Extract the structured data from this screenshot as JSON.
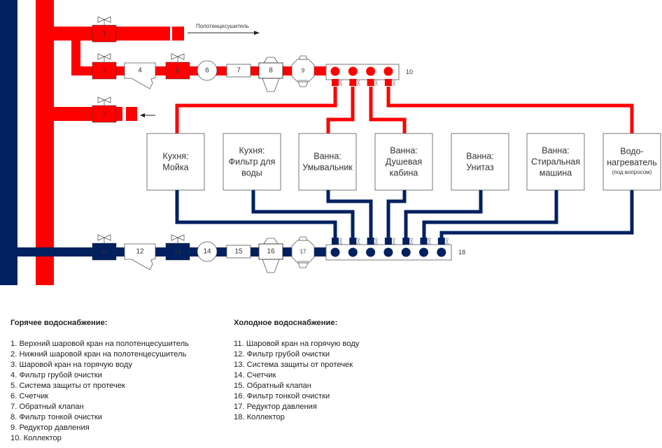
{
  "colors": {
    "hot": "#ff0000",
    "hot_stroke": "#c00000",
    "cold": "#002060",
    "component_fill": "#ffffff",
    "component_stroke": "#555555"
  },
  "annotations": {
    "towel_dryer": "Полотенцесушитель",
    "hot_manifold": "10",
    "cold_manifold": "18"
  },
  "hot_line": {
    "components": [
      {
        "id": "1",
        "type": "ball-valve"
      },
      {
        "id": "2",
        "type": "ball-valve"
      },
      {
        "id": "3",
        "type": "ball-valve"
      },
      {
        "id": "4",
        "type": "coarse-filter"
      },
      {
        "id": "5",
        "type": "leak-protection"
      },
      {
        "id": "6",
        "type": "meter"
      },
      {
        "id": "7",
        "type": "check-valve"
      },
      {
        "id": "8",
        "type": "fine-filter"
      },
      {
        "id": "9",
        "type": "pressure-reducer"
      }
    ],
    "manifold_outlets": 4
  },
  "cold_line": {
    "components": [
      {
        "id": "11",
        "type": "ball-valve"
      },
      {
        "id": "12",
        "type": "coarse-filter"
      },
      {
        "id": "13",
        "type": "leak-protection"
      },
      {
        "id": "14",
        "type": "meter"
      },
      {
        "id": "15",
        "type": "check-valve"
      },
      {
        "id": "16",
        "type": "fine-filter"
      },
      {
        "id": "17",
        "type": "pressure-reducer"
      }
    ],
    "manifold_outlets": 7
  },
  "consumers": [
    {
      "lines": [
        "Кухня:",
        "Мойка"
      ],
      "note": "",
      "hot": true
    },
    {
      "lines": [
        "Кухня:",
        "Фильтр для",
        "воды"
      ],
      "note": "",
      "hot": false
    },
    {
      "lines": [
        "Ванна:",
        "Умывальник"
      ],
      "note": "",
      "hot": true
    },
    {
      "lines": [
        "Ванна:",
        "Душевая",
        "кабина"
      ],
      "note": "",
      "hot": true
    },
    {
      "lines": [
        "Ванна:",
        "Унитаз"
      ],
      "note": "",
      "hot": false
    },
    {
      "lines": [
        "Ванна:",
        "Стиральная",
        "машина"
      ],
      "note": "",
      "hot": false
    },
    {
      "lines": [
        "Водо-",
        "нагреватель"
      ],
      "note": "(под вопросом)",
      "hot": true
    }
  ],
  "legend": {
    "hot": {
      "title": "Горячее водоснабжение",
      "items": [
        "1. Верхний шаровой кран на полотенцесушитель",
        "2. Нижний шаровой кран на полотенцесушитель",
        "3. Шаровой кран на горячую воду",
        "4. Фильтр грубой очистки",
        "5. Система защиты от протечек",
        "6. Счетчик",
        "7. Обратный клапан",
        "8. Фильтр тонкой очистки",
        "9. Редуктор давления",
        "10. Коллектор"
      ]
    },
    "cold": {
      "title": "Холодное водоснабжение",
      "items": [
        "11. Шаровой кран на горячую воду",
        "12. Фильтр грубой очистки",
        "13. Система защиты от протечек",
        "14. Счетчик",
        "15. Обратный клапан",
        "16. Фильтр тонкой очистки",
        "17. Редуктор давления",
        "18. Коллектор"
      ]
    }
  }
}
